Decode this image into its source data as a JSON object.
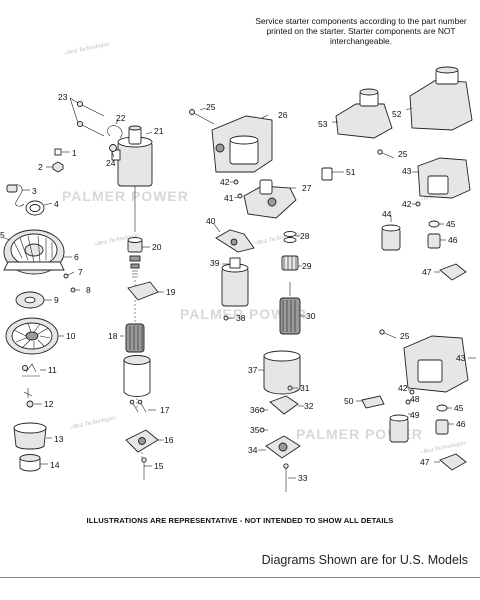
{
  "note": "Service starter components according to the part number printed on the starter. Starter components are NOT interchangeable.",
  "disclaimer": "ILLUSTRATIONS ARE REPRESENTATIVE - NOT INTENDED TO SHOW ALL DETAILS",
  "footer": "Diagrams Shown are for U.S. Models",
  "watermark": {
    "main": "PALMER POWER",
    "small": "«Best Technologies"
  },
  "callouts": {
    "c1": "1",
    "c2": "2",
    "c3": "3",
    "c4": "4",
    "c5": "5",
    "c6": "6",
    "c7": "7",
    "c8": "8",
    "c9": "9",
    "c10": "10",
    "c11": "11",
    "c12": "12",
    "c13": "13",
    "c14": "14",
    "c15": "15",
    "c16": "16",
    "c17": "17",
    "c18": "18",
    "c19": "19",
    "c20": "20",
    "c21": "21",
    "c22": "22",
    "c23": "23",
    "c24": "24",
    "c25": "25",
    "c26": "26",
    "c27": "27",
    "c28": "28",
    "c29": "29",
    "c30": "30",
    "c31": "31",
    "c32": "32",
    "c33": "33",
    "c34": "34",
    "c35": "35",
    "c36": "36",
    "c37": "37",
    "c38": "38",
    "c39": "39",
    "c40": "40",
    "c41": "41",
    "c42": "42",
    "c43": "43",
    "c44": "44",
    "c45": "45",
    "c46": "46",
    "c47": "47",
    "c48": "48",
    "c49": "49",
    "c50": "50",
    "c51": "51",
    "c52": "52",
    "c53": "53"
  }
}
